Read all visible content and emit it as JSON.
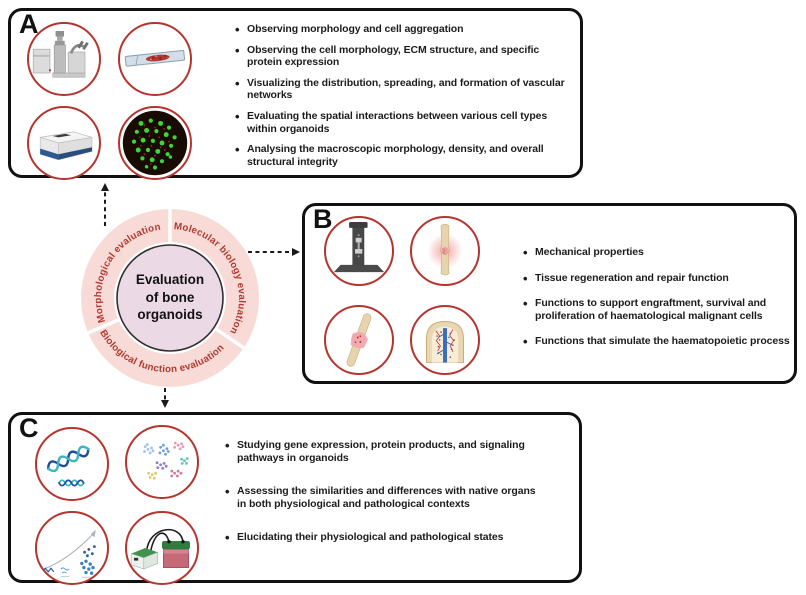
{
  "colors": {
    "ring_pink": "#f8dbd7",
    "label_red": "#b13a30",
    "center_fill": "#ecd9e6",
    "icon_red": "#b5342e"
  },
  "center": {
    "title_lines": [
      "Evaluation",
      "of bone",
      "organoids"
    ],
    "ring_labels": {
      "morphological": "Morphological evaluation",
      "molecular": "Molecular biology evaluation",
      "biological": "Biological function evaluation"
    }
  },
  "panels": {
    "a": {
      "label": "A",
      "icons": [
        "electron-microscope",
        "histology-slide",
        "micro-ct-scanner",
        "fluorescence-image"
      ],
      "bullets": [
        "Observing morphology and cell aggregation",
        "Observing the cell morphology, ECM structure, and specific\nprotein expression",
        "Visualizing the distribution, spreading, and formation of vascular\nnetworks",
        "Evaluating the spatial interactions between various cell types\nwithin organoids",
        "Analysing the macroscopic morphology, density, and overall\nstructural integrity"
      ]
    },
    "b": {
      "label": "B",
      "icons": [
        "mechanical-testing-machine",
        "bone-healing",
        "bone-fracture-callus",
        "bone-marrow-section"
      ],
      "bullets": [
        "Mechanical properties",
        "Tissue regeneration and repair function",
        "Functions to support engraftment, survival and\nproliferation of haematological malignant cells",
        "Functions that simulate the haematopoietic process"
      ]
    },
    "c": {
      "label": "C",
      "icons": [
        "dna-helix",
        "cluster-plot",
        "central-dogma",
        "western-blot-apparatus"
      ],
      "bullets": [
        "Studying gene expression, protein products, and signaling\npathways in organoids",
        "Assessing the similarities and differences with native organs\nin both physiological and pathological contexts",
        "Elucidating their physiological and pathological states"
      ]
    }
  }
}
